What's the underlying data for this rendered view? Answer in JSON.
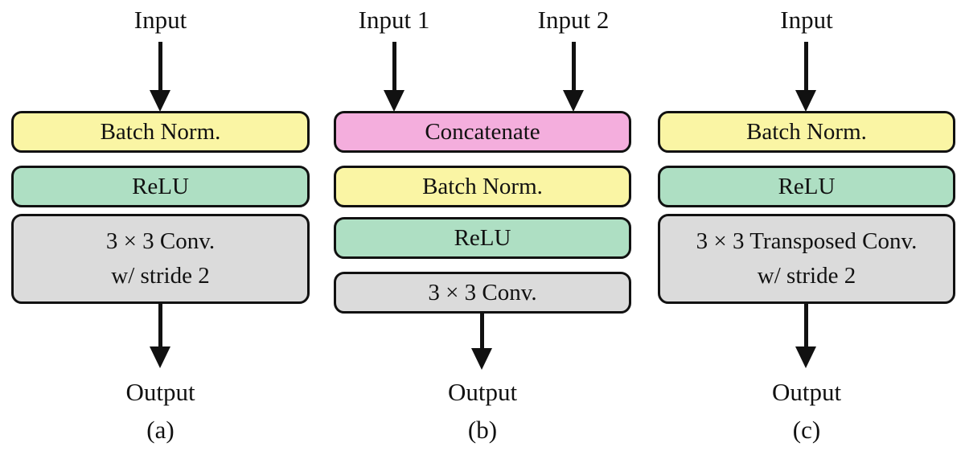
{
  "colors": {
    "yellow": "#FAF5A4",
    "green": "#AEDFC3",
    "pink": "#F4AEDD",
    "gray": "#DBDBDB",
    "border": "#111111",
    "arrow": "#111111",
    "background": "#FFFFFF"
  },
  "diagram": {
    "columns": [
      {
        "caption": "(a)",
        "inputs": [
          {
            "label": "Input"
          }
        ],
        "output_label": "Output",
        "blocks": [
          {
            "name": "batch-norm",
            "color": "yellow",
            "lines": [
              "Batch Norm."
            ]
          },
          {
            "name": "relu",
            "color": "green",
            "lines": [
              "ReLU"
            ]
          },
          {
            "name": "conv-stride-2",
            "color": "gray",
            "lines": [
              "3 × 3 Conv.",
              "w/ stride 2"
            ]
          }
        ]
      },
      {
        "caption": "(b)",
        "inputs": [
          {
            "label": "Input 1"
          },
          {
            "label": "Input 2"
          }
        ],
        "output_label": "Output",
        "blocks": [
          {
            "name": "concatenate",
            "color": "pink",
            "lines": [
              "Concatenate"
            ]
          },
          {
            "name": "batch-norm",
            "color": "yellow",
            "lines": [
              "Batch Norm."
            ]
          },
          {
            "name": "relu",
            "color": "green",
            "lines": [
              "ReLU"
            ]
          },
          {
            "name": "conv",
            "color": "gray",
            "lines": [
              "3 × 3 Conv."
            ]
          }
        ]
      },
      {
        "caption": "(c)",
        "inputs": [
          {
            "label": "Input"
          }
        ],
        "output_label": "Output",
        "blocks": [
          {
            "name": "batch-norm",
            "color": "yellow",
            "lines": [
              "Batch Norm."
            ]
          },
          {
            "name": "relu",
            "color": "green",
            "lines": [
              "ReLU"
            ]
          },
          {
            "name": "transposed-conv-stride-2",
            "color": "gray",
            "lines": [
              "3 × 3 Transposed Conv.",
              "w/ stride 2"
            ]
          }
        ]
      }
    ]
  }
}
